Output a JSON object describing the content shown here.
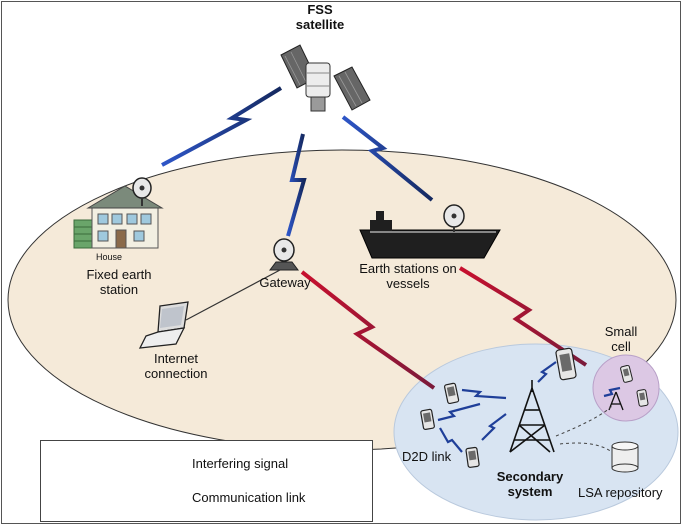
{
  "satellite": {
    "line1": "FSS",
    "line2": "satellite"
  },
  "house": {
    "tag": "House",
    "label_line1": "Fixed earth",
    "label_line2": "station"
  },
  "gateway": {
    "label": "Gateway"
  },
  "vessels": {
    "line1": "Earth stations on",
    "line2": "vessels"
  },
  "internet": {
    "line1": "Internet",
    "line2": "connection"
  },
  "small_cell": {
    "line1": "Small",
    "line2": "cell"
  },
  "d2d": {
    "label": "D2D link"
  },
  "secondary": {
    "line1": "Secondary",
    "line2": "system"
  },
  "lsa": {
    "label": "LSA repository"
  },
  "legend": {
    "interfering": "Interfering signal",
    "communication": "Communication link"
  },
  "colors": {
    "interfering": "#c8102e",
    "communication": "#1f3f99",
    "big_ellipse": "#f5ead9",
    "secondary_ellipse": "#d8e4f2",
    "small_cell_circle": "#dcc8e4"
  }
}
